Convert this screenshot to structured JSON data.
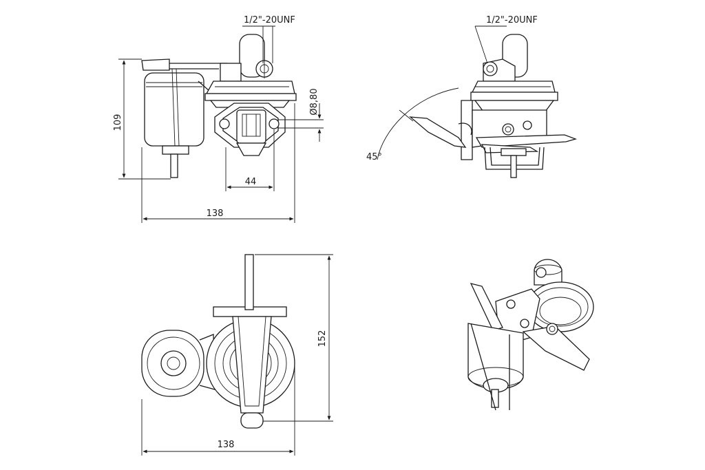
{
  "labels": {
    "front_thread": "1/2\"-20UNF",
    "side_thread": "1/2\"-20UNF",
    "dia": "Ø8,80",
    "height": "109",
    "flange_width": "44",
    "front_width": "138",
    "angle": "45°",
    "top_width": "138",
    "top_length": "152"
  },
  "views": [
    "front-view",
    "side-view",
    "top-view",
    "isometric-view"
  ]
}
